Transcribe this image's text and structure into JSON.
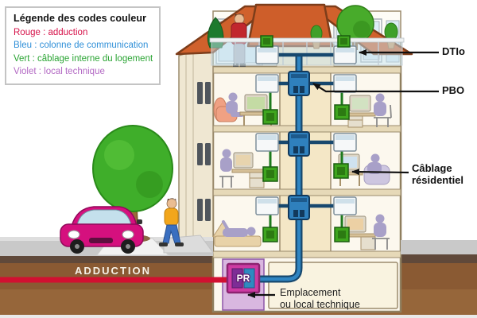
{
  "legend": {
    "title": "Légende des codes couleur",
    "items": [
      {
        "id": "rouge",
        "text": "Rouge : adduction",
        "color": "#d6134a"
      },
      {
        "id": "bleu",
        "text": "Bleu : colonne de communication",
        "color": "#2f8fd8"
      },
      {
        "id": "vert",
        "text": "Vert : câblage interne du logement",
        "color": "#2aa433"
      },
      {
        "id": "violet",
        "text": "Violet : local technique",
        "color": "#b36ac4"
      }
    ]
  },
  "callouts": {
    "dtio": {
      "label": "DTIo"
    },
    "pbo": {
      "label": "PBO"
    },
    "cablage": {
      "line1": "Câblage",
      "line2": "résidentiel"
    },
    "emplacement": {
      "line1": "Emplacement",
      "line2": "ou local technique"
    }
  },
  "underground": {
    "adduction_label": "ADDUCTION"
  },
  "equipment": {
    "pr_label": "PR"
  },
  "colors": {
    "cable_red": "#d21031",
    "cable_blue_core": "#2f85c2",
    "cable_blue_dark": "#17486e",
    "cable_green": "#1e7a1e",
    "local_technique_violet": "#d9b7e0",
    "roof_orange": "#d0612c",
    "socket_green": "#3fa51e",
    "pr_magenta": "#cd3aa2"
  }
}
